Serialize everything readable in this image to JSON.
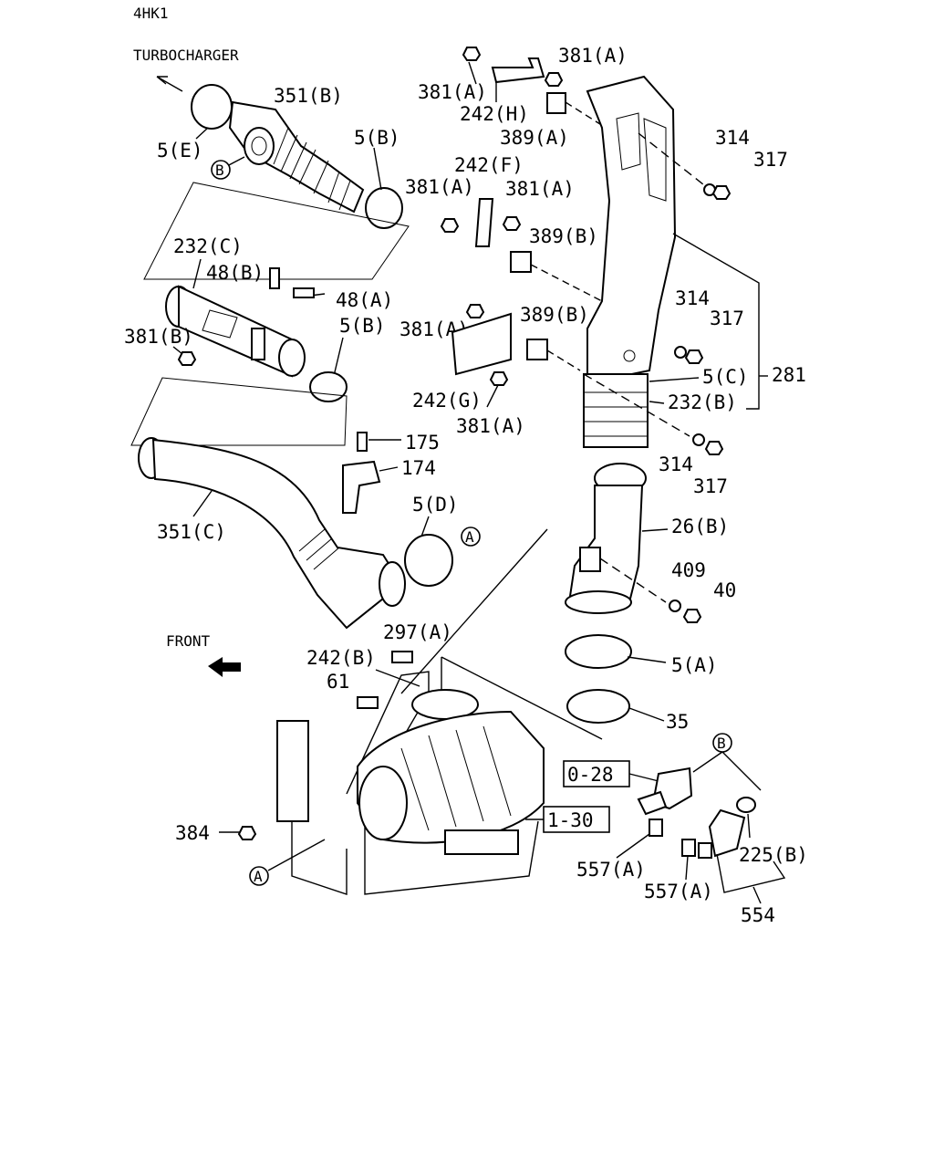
{
  "engine_code": "4HK1",
  "direction_labels": {
    "turbocharger": "TURBOCHARGER",
    "front": "FRONT"
  },
  "reference_boxes": [
    "0-28",
    "1-30"
  ],
  "callouts": {
    "A": "A",
    "B": "B"
  },
  "labels": {
    "p351B": "351(B)",
    "p5E": "5(E)",
    "p5B_top": "5(B)",
    "p232C": "232(C)",
    "p48B": "48(B)",
    "p48A": "48(A)",
    "p5B_mid": "5(B)",
    "p381B": "381(B)",
    "p381A_1": "381(A)",
    "p381A_2": "381(A)",
    "p242H": "242(H)",
    "p389A": "389(A)",
    "p242F": "242(F)",
    "p381A_3": "381(A)",
    "p381A_4": "381(A)",
    "p389B_1": "389(B)",
    "p381A_5": "381(A)",
    "p389B_2": "389(B)",
    "p242G": "242(G)",
    "p381A_6": "381(A)",
    "p314_1": "314",
    "p317_1": "317",
    "p314_2": "314",
    "p317_2": "317",
    "p5C": "5(C)",
    "p281": "281",
    "p232B": "232(B)",
    "p314_3": "314",
    "p317_3": "317",
    "p175": "175",
    "p174": "174",
    "p351C": "351(C)",
    "p5D": "5(D)",
    "p26B": "26(B)",
    "p409": "409",
    "p40": "40",
    "p297A": "297(A)",
    "p242B": "242(B)",
    "p61": "61",
    "p5A": "5(A)",
    "p35": "35",
    "p384": "384",
    "p557A_1": "557(A)",
    "p557A_2": "557(A)",
    "p225B": "225(B)",
    "p554": "554"
  }
}
